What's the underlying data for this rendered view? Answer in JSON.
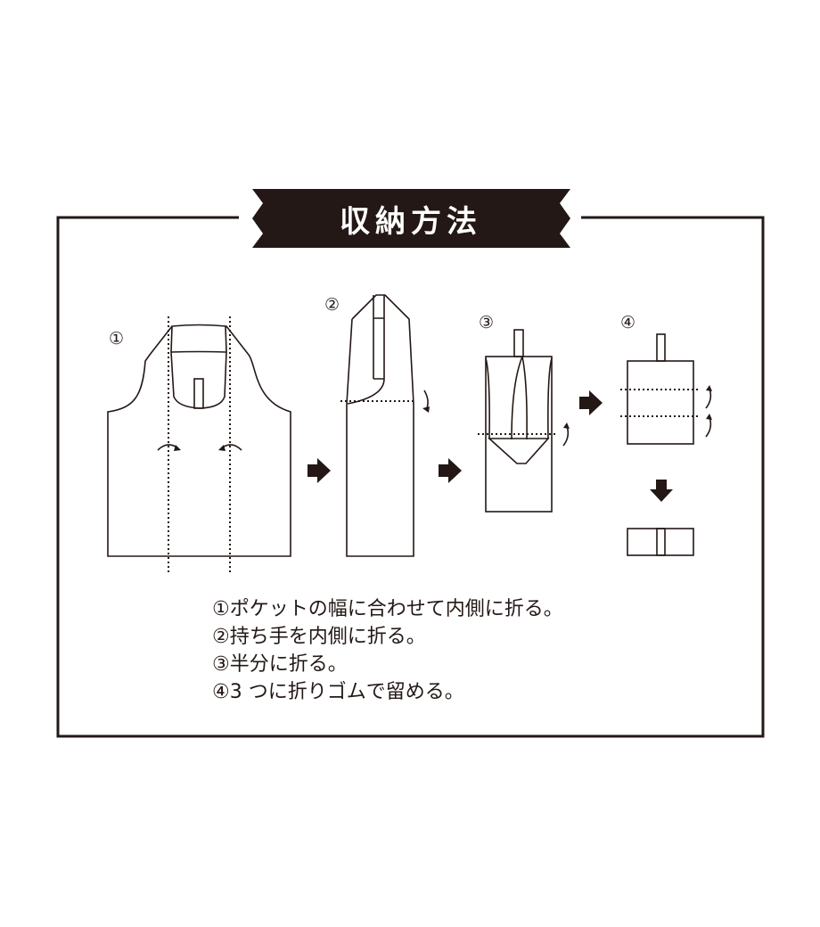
{
  "title": "収納方法",
  "step_markers": [
    "①",
    "②",
    "③",
    "④"
  ],
  "instructions": [
    "①ポケットの幅に合わせて内側に折る。",
    "②持ち手を内側に折る。",
    "③半分に折る。",
    "④3 つに折りゴムで留める。"
  ]
}
